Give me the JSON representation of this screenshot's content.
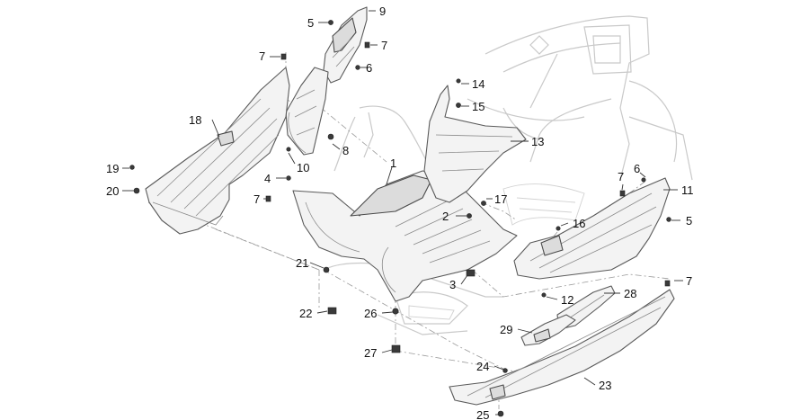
{
  "callouts": [
    {
      "number": "1"
    },
    {
      "number": "2"
    },
    {
      "number": "3"
    },
    {
      "number": "4"
    },
    {
      "number": "5"
    },
    {
      "number": "5"
    },
    {
      "number": "6"
    },
    {
      "number": "6"
    },
    {
      "number": "7"
    },
    {
      "number": "7"
    },
    {
      "number": "7"
    },
    {
      "number": "7"
    },
    {
      "number": "7"
    },
    {
      "number": "8"
    },
    {
      "number": "9"
    },
    {
      "number": "10"
    },
    {
      "number": "11"
    },
    {
      "number": "12"
    },
    {
      "number": "13"
    },
    {
      "number": "14"
    },
    {
      "number": "15"
    },
    {
      "number": "16"
    },
    {
      "number": "17"
    },
    {
      "number": "18"
    },
    {
      "number": "19"
    },
    {
      "number": "20"
    },
    {
      "number": "21"
    },
    {
      "number": "22"
    },
    {
      "number": "23"
    },
    {
      "number": "24"
    },
    {
      "number": "25"
    },
    {
      "number": "26"
    },
    {
      "number": "27"
    },
    {
      "number": "28"
    },
    {
      "number": "29"
    }
  ]
}
